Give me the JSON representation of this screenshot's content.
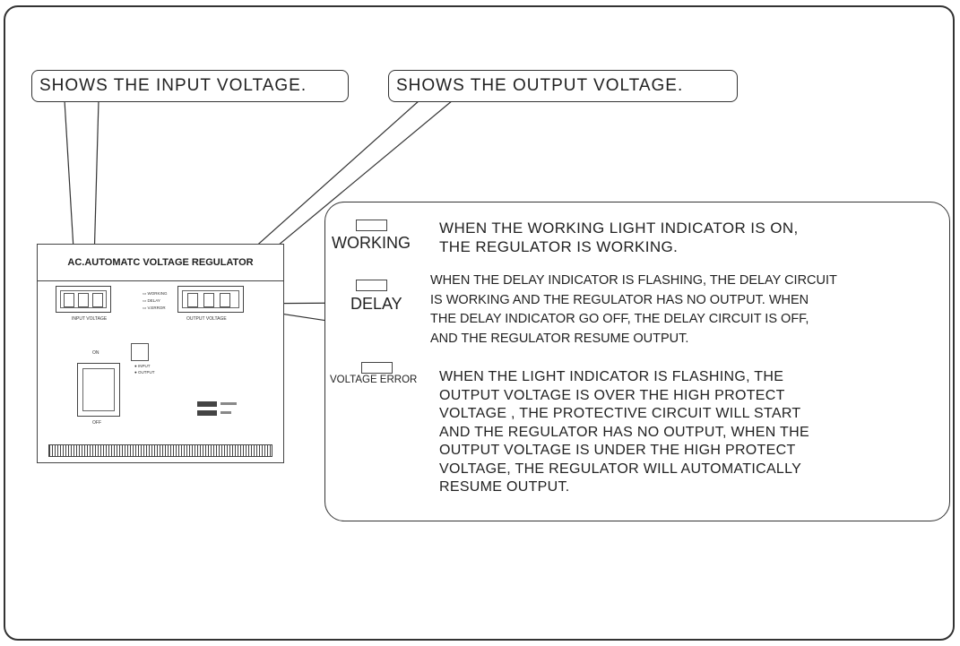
{
  "callouts": {
    "input": "SHOWS THE INPUT VOLTAGE.",
    "output": "SHOWS THE OUTPUT VOLTAGE."
  },
  "device": {
    "title": "AC.AUTOMATC VOLTAGE REGULATOR",
    "input_voltage_label": "INPUT VOLTAGE",
    "output_voltage_label": "OUTPUT VOLTAGE",
    "switch_on": "ON",
    "switch_off": "OFF"
  },
  "indicators": [
    {
      "label": "WORKING",
      "lines": [
        "WHEN THE WORKING LIGHT INDICATOR IS ON,",
        "THE REGULATOR IS WORKING."
      ]
    },
    {
      "label": "DELAY",
      "lines": [
        "WHEN THE DELAY INDICATOR IS FLASHING, THE DELAY CIRCUIT",
        "IS WORKING AND THE REGULATOR HAS NO OUTPUT. WHEN",
        "THE DELAY INDICATOR GO OFF, THE DELAY CIRCUIT IS OFF,",
        "AND THE REGULATOR RESUME OUTPUT."
      ]
    },
    {
      "label": "VOLTAGE ERROR",
      "lines": [
        "WHEN THE LIGHT INDICATOR IS FLASHING, THE",
        "OUTPUT VOLTAGE IS OVER THE HIGH PROTECT",
        "VOLTAGE , THE PROTECTIVE CIRCUIT WILL START",
        "AND THE REGULATOR HAS NO OUTPUT, WHEN THE",
        "OUTPUT VOLTAGE IS UNDER THE HIGH PROTECT",
        "VOLTAGE, THE REGULATOR WILL AUTOMATICALLY",
        "RESUME OUTPUT."
      ]
    }
  ]
}
